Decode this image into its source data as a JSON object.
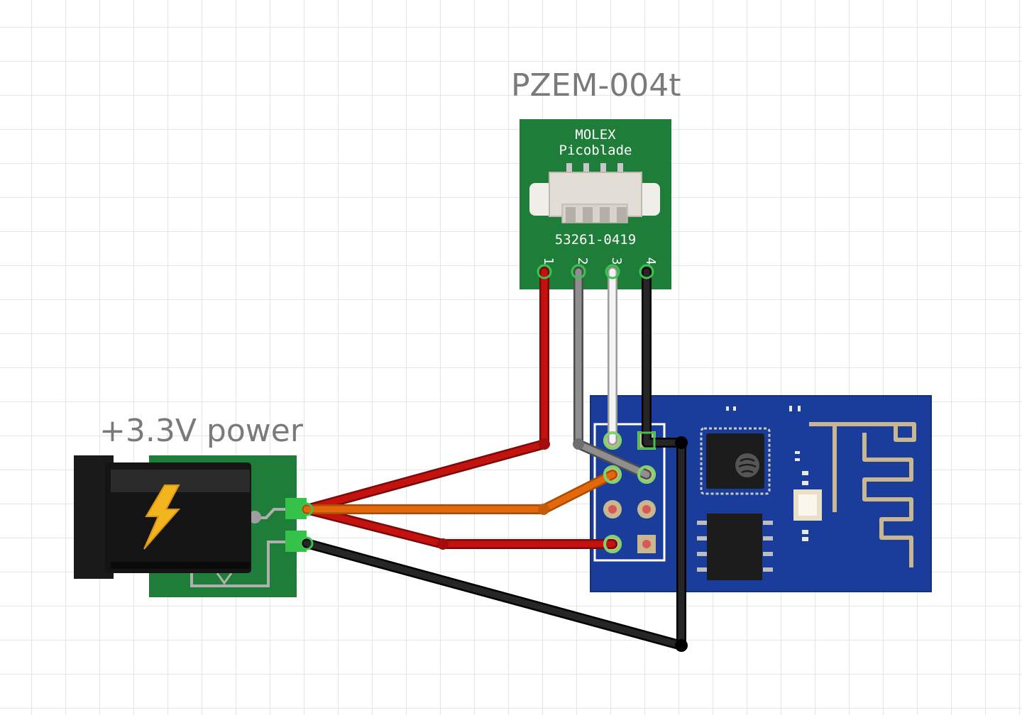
{
  "labels": {
    "pzem_title": "PZEM-004t",
    "power_title": "+3.3V power"
  },
  "molex": {
    "line1": "MOLEX",
    "line2": "Picoblade",
    "part_number": "53261-0419",
    "pins": [
      "1",
      "2",
      "3",
      "4"
    ]
  },
  "colors": {
    "pcb_green": "#1f7d3a",
    "esp_blue": "#1a3d9c",
    "wire_red": "#b50d0d",
    "wire_orange": "#e06a0c",
    "wire_gray": "#8c8c8c",
    "wire_white": "#f2f2f2",
    "wire_black": "#1a1a1a",
    "bolt_yellow": "#f2b51f"
  },
  "icons": [
    "lightning-bolt-icon"
  ]
}
